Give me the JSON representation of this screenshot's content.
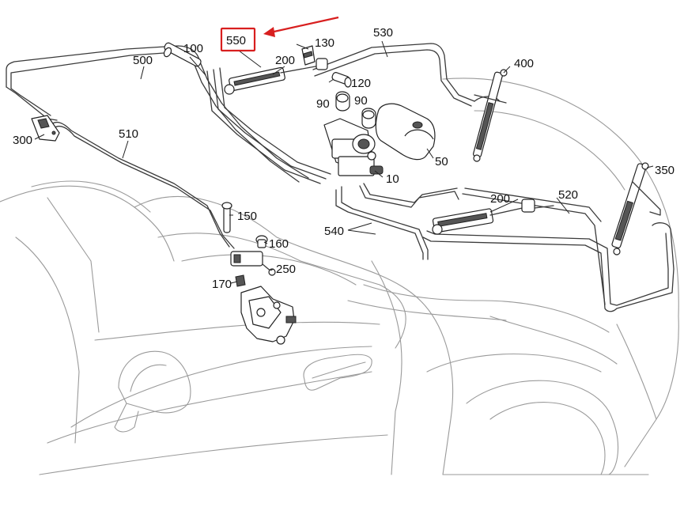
{
  "colors": {
    "highlight": "#d81f1f",
    "line": "#222222",
    "car_outline": "#9a9a9a"
  },
  "callouts": {
    "c550": "550",
    "c130": "130",
    "c530": "530",
    "c100": "100",
    "c500": "500",
    "c200a": "200",
    "c120": "120",
    "c90a": "90",
    "c90b": "90",
    "c400": "400",
    "c300": "300",
    "c510": "510",
    "c50": "50",
    "c10": "10",
    "c350": "350",
    "c200b": "200",
    "c520": "520",
    "c150": "150",
    "c540": "540",
    "c160": "160",
    "c250": "250",
    "c170": "170"
  },
  "highlighted_callout": "550"
}
